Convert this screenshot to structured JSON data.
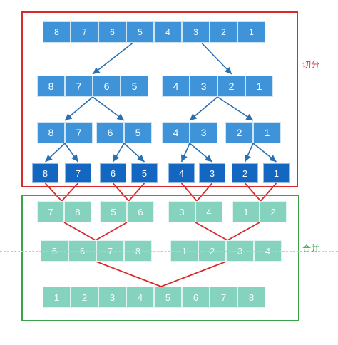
{
  "labels": {
    "split": "切分",
    "merge": "合并"
  },
  "colors": {
    "split_cell": "#3f93d8",
    "leaf_cell": "#1467c0",
    "merge_cell": "#85d2be",
    "split_frame": "#d82a2a",
    "merge_frame": "#3aa34a",
    "split_arrow": "#2a6fb0",
    "merge_line": "#d82a2a"
  },
  "split": {
    "level0": [
      [
        "8",
        "7",
        "6",
        "5",
        "4",
        "3",
        "2",
        "1"
      ]
    ],
    "level1": [
      [
        "8",
        "7",
        "6",
        "5"
      ],
      [
        "4",
        "3",
        "2",
        "1"
      ]
    ],
    "level2": [
      [
        "8",
        "7"
      ],
      [
        "6",
        "5"
      ],
      [
        "4",
        "3"
      ],
      [
        "2",
        "1"
      ]
    ],
    "level3": [
      [
        "8"
      ],
      [
        "7"
      ],
      [
        "6"
      ],
      [
        "5"
      ],
      [
        "4"
      ],
      [
        "3"
      ],
      [
        "2"
      ],
      [
        "1"
      ]
    ]
  },
  "merge": {
    "level0": [
      [
        "7",
        "8"
      ],
      [
        "5",
        "6"
      ],
      [
        "3",
        "4"
      ],
      [
        "1",
        "2"
      ]
    ],
    "level1": [
      [
        "5",
        "6",
        "7",
        "8"
      ],
      [
        "1",
        "2",
        "3",
        "4"
      ]
    ],
    "level2": [
      [
        "1",
        "2",
        "3",
        "4",
        "5",
        "6",
        "7",
        "8"
      ]
    ]
  }
}
